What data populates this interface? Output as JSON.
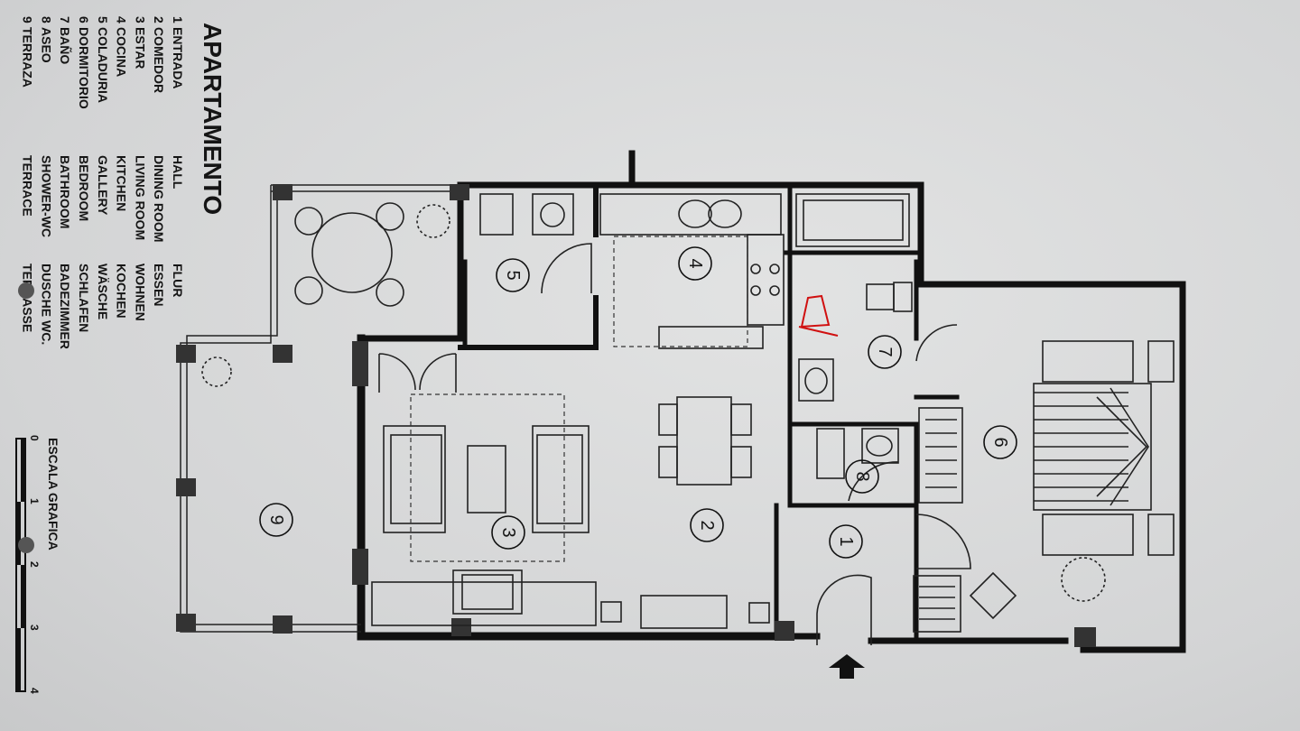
{
  "title": "APARTAMENTO",
  "legend": [
    {
      "n": "1",
      "es": "ENTRADA",
      "en": "HALL",
      "de": "FLUR"
    },
    {
      "n": "2",
      "es": "COMEDOR",
      "en": "DINING ROOM",
      "de": "ESSEN"
    },
    {
      "n": "3",
      "es": "ESTAR",
      "en": "LIVING ROOM",
      "de": "WOHNEN"
    },
    {
      "n": "4",
      "es": "COCINA",
      "en": "KITCHEN",
      "de": "KOCHEN"
    },
    {
      "n": "5",
      "es": "COLADURIA",
      "en": "GALLERY",
      "de": "WÄSCHE"
    },
    {
      "n": "6",
      "es": "DORMITORIO",
      "en": "BEDROOM",
      "de": "SCHLAFEN"
    },
    {
      "n": "7",
      "es": "BAÑO",
      "en": "BATHROOM",
      "de": "BADEZIMMER"
    },
    {
      "n": "8",
      "es": "ASEO",
      "en": "SHOWER-WC",
      "de": "DUSCHE WC."
    },
    {
      "n": "9",
      "es": "TERRAZA",
      "en": "TERRACE",
      "de": "TERRASSE"
    }
  ],
  "scale": {
    "label": "ESCALA GRAFICA",
    "ticks": [
      "0",
      "1",
      "2",
      "3",
      "4"
    ]
  },
  "rooms": [
    "1",
    "2",
    "3",
    "4",
    "5",
    "6",
    "7",
    "8",
    "9"
  ],
  "colors": {
    "paper": "#d6d7d8",
    "ink": "#111111",
    "marker": "#d01010"
  }
}
